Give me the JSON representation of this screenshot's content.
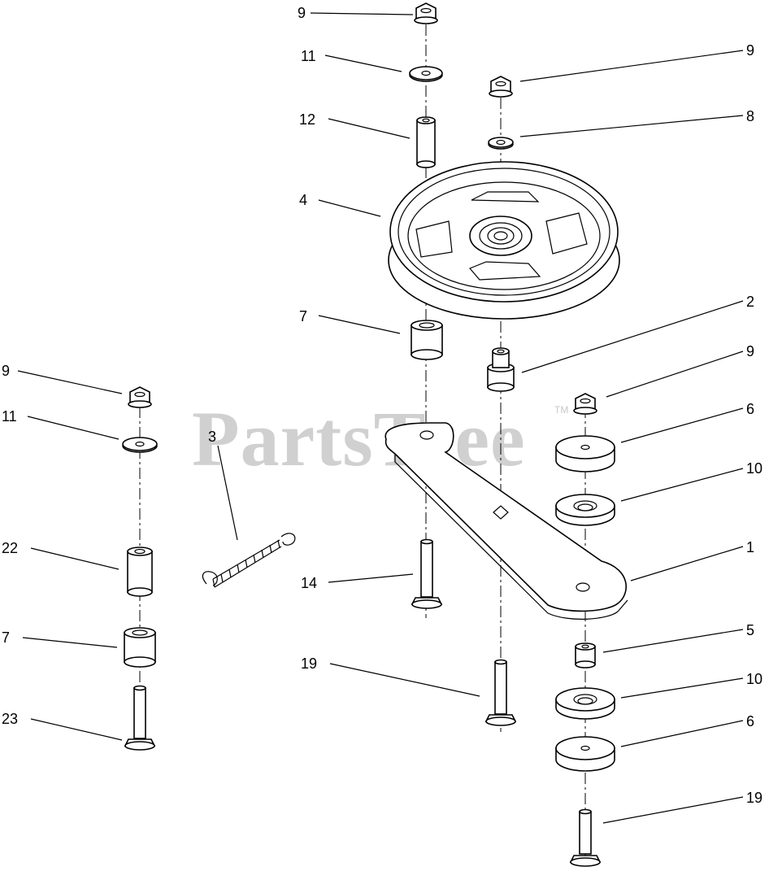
{
  "watermark": {
    "text": "PartsTree",
    "tm": "TM"
  },
  "callouts": [
    {
      "id": "c-9-top",
      "label": "9"
    },
    {
      "id": "c-11-top",
      "label": "11"
    },
    {
      "id": "c-12",
      "label": "12"
    },
    {
      "id": "c-9-right-top",
      "label": "9"
    },
    {
      "id": "c-8",
      "label": "8"
    },
    {
      "id": "c-4",
      "label": "4"
    },
    {
      "id": "c-7-mid",
      "label": "7"
    },
    {
      "id": "c-2",
      "label": "2"
    },
    {
      "id": "c-9-right-mid",
      "label": "9"
    },
    {
      "id": "c-6-upper",
      "label": "6"
    },
    {
      "id": "c-10-upper",
      "label": "10"
    },
    {
      "id": "c-1",
      "label": "1"
    },
    {
      "id": "c-5",
      "label": "5"
    },
    {
      "id": "c-10-lower",
      "label": "10"
    },
    {
      "id": "c-6-lower",
      "label": "6"
    },
    {
      "id": "c-19-right",
      "label": "19"
    },
    {
      "id": "c-19-mid",
      "label": "19"
    },
    {
      "id": "c-14",
      "label": "14"
    },
    {
      "id": "c-3",
      "label": "3"
    },
    {
      "id": "c-9-left",
      "label": "9"
    },
    {
      "id": "c-11-left",
      "label": "11"
    },
    {
      "id": "c-22",
      "label": "22"
    },
    {
      "id": "c-7-left",
      "label": "7"
    },
    {
      "id": "c-23",
      "label": "23"
    }
  ]
}
